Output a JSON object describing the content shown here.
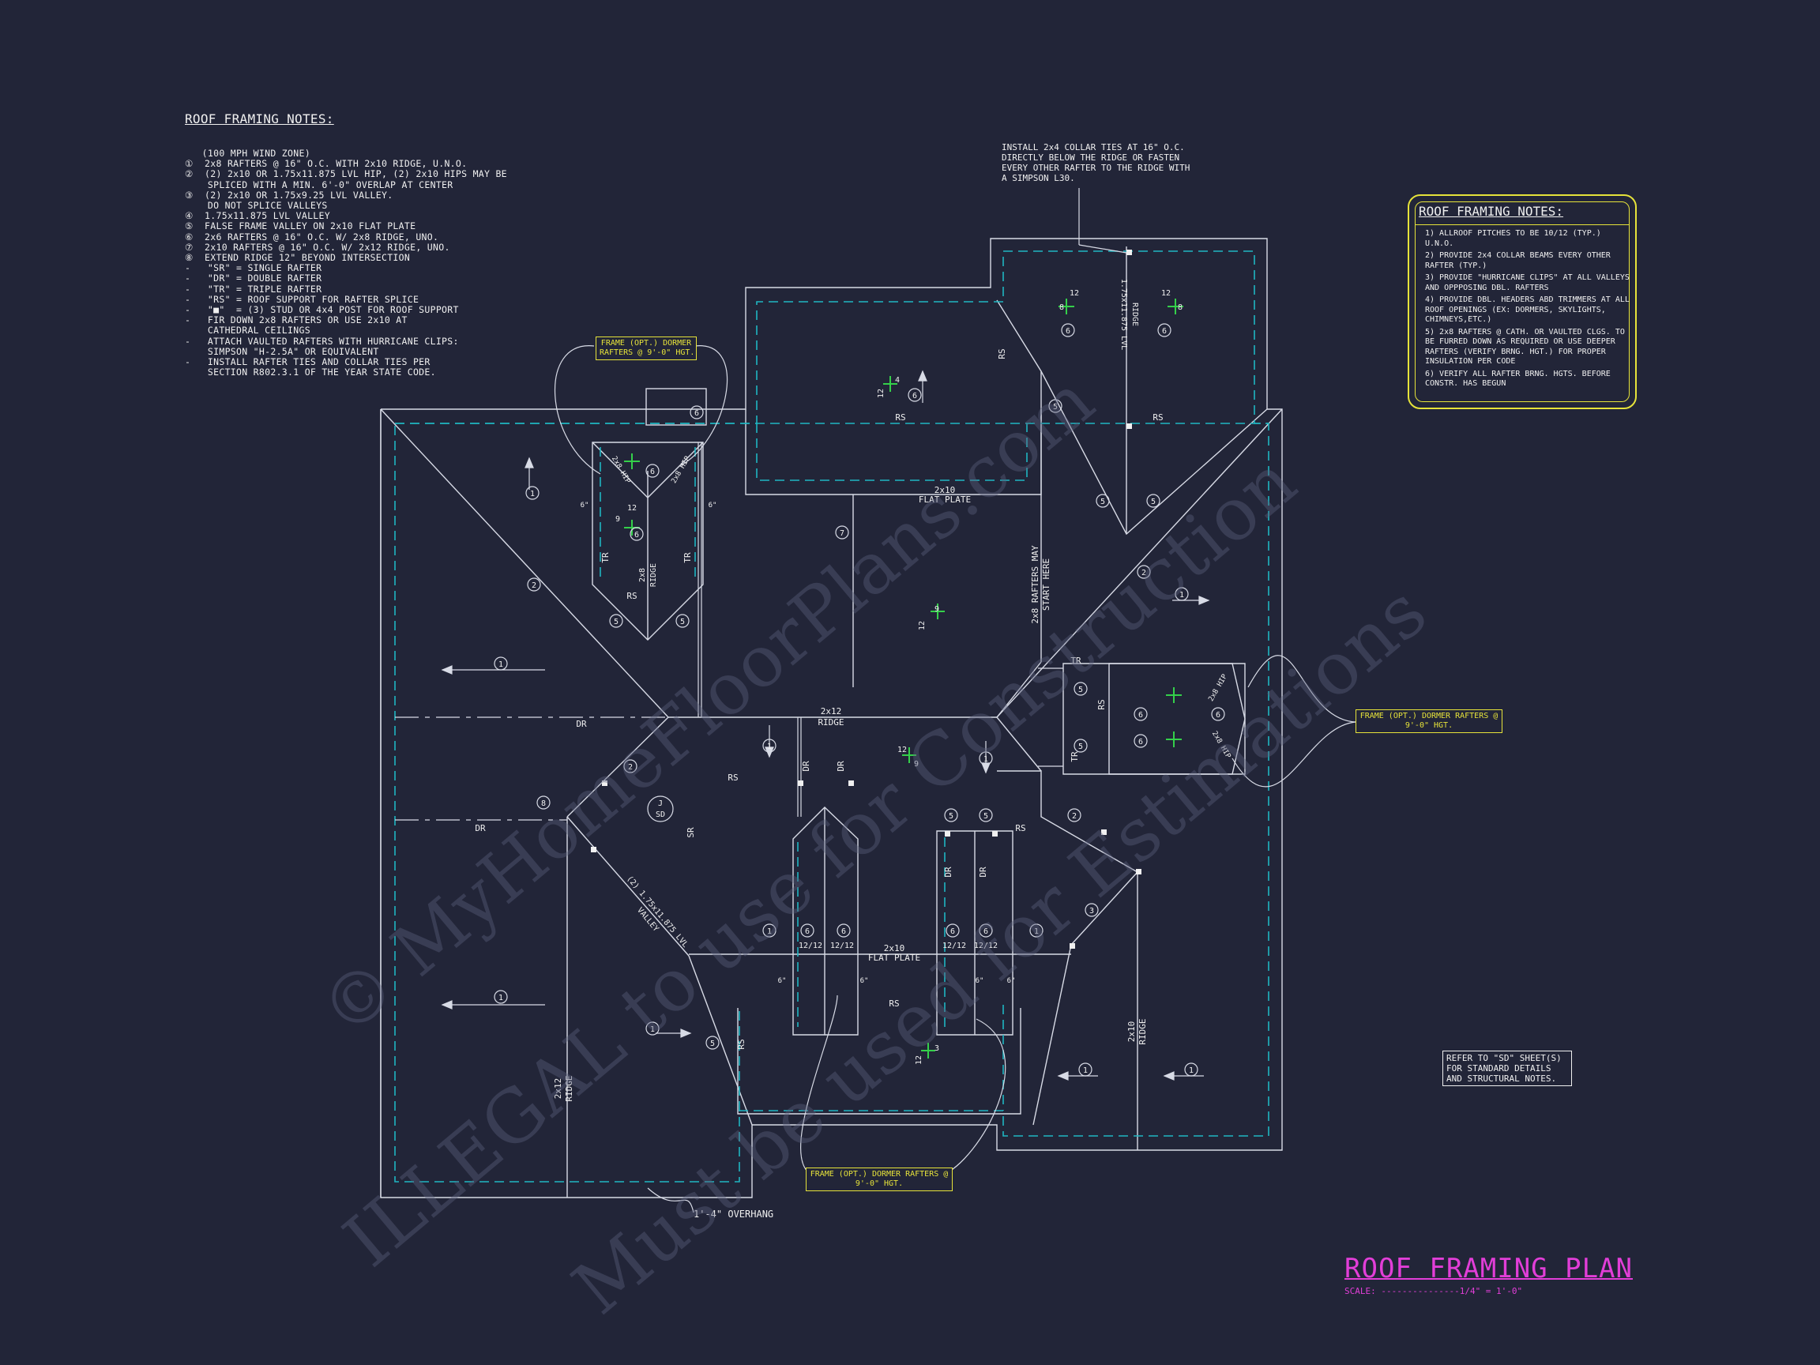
{
  "left_notes": {
    "title": "ROOF FRAMING NOTES:",
    "lines": [
      "   (100 MPH WIND ZONE)",
      "①  2x8 RAFTERS @ 16\" O.C. WITH 2x10 RIDGE, U.N.O.",
      "②  (2) 2x10 OR 1.75x11.875 LVL HIP, (2) 2x10 HIPS MAY BE",
      "    SPLICED WITH A MIN. 6'-0\" OVERLAP AT CENTER",
      "③  (2) 2x10 OR 1.75x9.25 LVL VALLEY.",
      "    DO NOT SPLICE VALLEYS",
      "④  1.75x11.875 LVL VALLEY",
      "⑤  FALSE FRAME VALLEY ON 2x10 FLAT PLATE",
      "⑥  2x6 RAFTERS @ 16\" O.C. W/ 2x8 RIDGE, UNO.",
      "⑦  2x10 RAFTERS @ 16\" O.C. W/ 2x12 RIDGE, UNO.",
      "⑧  EXTEND RIDGE 12\" BEYOND INTERSECTION",
      "-   \"SR\" = SINGLE RAFTER",
      "-   \"DR\" = DOUBLE RAFTER",
      "-   \"TR\" = TRIPLE RAFTER",
      "-   \"RS\" = ROOF SUPPORT FOR RAFTER SPLICE",
      "-   \"■\"  = (3) STUD OR 4x4 POST FOR ROOF SUPPORT",
      "-   FIR DOWN 2x8 RAFTERS OR USE 2x10 AT",
      "    CATHEDRAL CEILINGS",
      "-   ATTACH VAULTED RAFTERS WITH HURRICANE CLIPS:",
      "    SIMPSON \"H-2.5A\" OR EQUIVALENT",
      "-   INSTALL RAFTER TIES AND COLLAR TIES PER",
      "    SECTION R802.3.1 OF THE YEAR STATE CODE."
    ]
  },
  "general_notes": {
    "title": "ROOF FRAMING NOTES:",
    "items": [
      "1) ALLROOF PITCHES TO BE 10/12 (TYP.) U.N.O.",
      "2) PROVIDE 2x4 COLLAR BEAMS EVERY OTHER RAFTER (TYP.)",
      "3) PROVIDE \"HURRICANE CLIPS\" AT ALL VALLEYS AND OPPPOSING DBL. RAFTERS",
      "4) PROVIDE DBL. HEADERS ABD TRIMMERS AT ALL ROOF OPENINGS (EX: DORMERS, SKYLIGHTS, CHIMNEYS,ETC.)",
      "5) 2x8 RAFTERS @ CATH. OR VAULTED CLGS. TO BE FURRED DOWN AS REQUIRED OR USE DEEPER RAFTERS (VERIFY BRNG. HGT.) FOR PROPER INSULATION PER CODE",
      "6) VERIFY ALL RAFTER BRNG. HGTS. BEFORE CONSTR. HAS BEGUN"
    ]
  },
  "collar_note": "INSTALL 2x4 COLLAR TIES AT 16\" O.C. DIRECTLY BELOW THE RIDGE OR FASTEN EVERY OTHER RAFTER TO THE RIDGE WITH A SIMPSON L30.",
  "callouts": {
    "dormer_top": "FRAME (OPT.) DORMER\nRAFTERS @ 9'-0\" HGT.",
    "dormer_right": "FRAME (OPT.) DORMER RAFTERS @\n9'-0\" HGT.",
    "dormer_bottom": "FRAME (OPT.) DORMER RAFTERS @\n9'-0\" HGT."
  },
  "refer_note": "REFER TO \"SD\" SHEET(S) FOR STANDARD DETAILS AND STRUCTURAL NOTES.",
  "overhang_note": "1'-4\" OVERHANG",
  "title_block": {
    "title": "ROOF FRAMING PLAN",
    "scale": "SCALE: ---------------1/4\" = 1'-0\""
  },
  "plan_labels": {
    "flat_plate_upper": [
      "2x10",
      "FLAT PLATE"
    ],
    "flat_plate_lower": [
      "2x10",
      "FLAT PLATE"
    ],
    "ridge_center": [
      "2x12",
      "RIDGE"
    ],
    "ridge_left": [
      "2x12",
      "RIDGE"
    ],
    "ridge_right": [
      "2x10",
      "RIDGE"
    ],
    "ridge_dormer_left": [
      "2x8",
      "RIDGE"
    ],
    "lvl_ridge_upper": [
      "1.75x11.875 LVL",
      "RIDGE"
    ],
    "valley_lvl": [
      "(2) 1.75x11.875 LVL",
      "VALLEY"
    ],
    "rafters_start": [
      "2x8 RAFTERS MAY",
      "START HERE"
    ],
    "rs": "RS",
    "dr": "DR",
    "tr": "TR",
    "sr": "SR",
    "hip": "2x8 HIP",
    "pitch_12": "12",
    "pitch_9": "9",
    "pitch_8": "8",
    "pitch_4": "4",
    "pitch_3": "3",
    "pitch_1212": "12/12",
    "six_inch": "6\"",
    "sd_top": "J",
    "sd_bottom": "SD"
  },
  "watermarks": [
    "© MyHomeFloorPlans.com",
    "ILLEGAL to use for Construction",
    "Must be used for Estimations"
  ],
  "colors": {
    "background": "#222538",
    "linework": "#d8dbe6",
    "dash": "#1fb6c2",
    "callout": "#e6e33a",
    "title": "#e23ed8",
    "pitch": "#34d04a"
  }
}
